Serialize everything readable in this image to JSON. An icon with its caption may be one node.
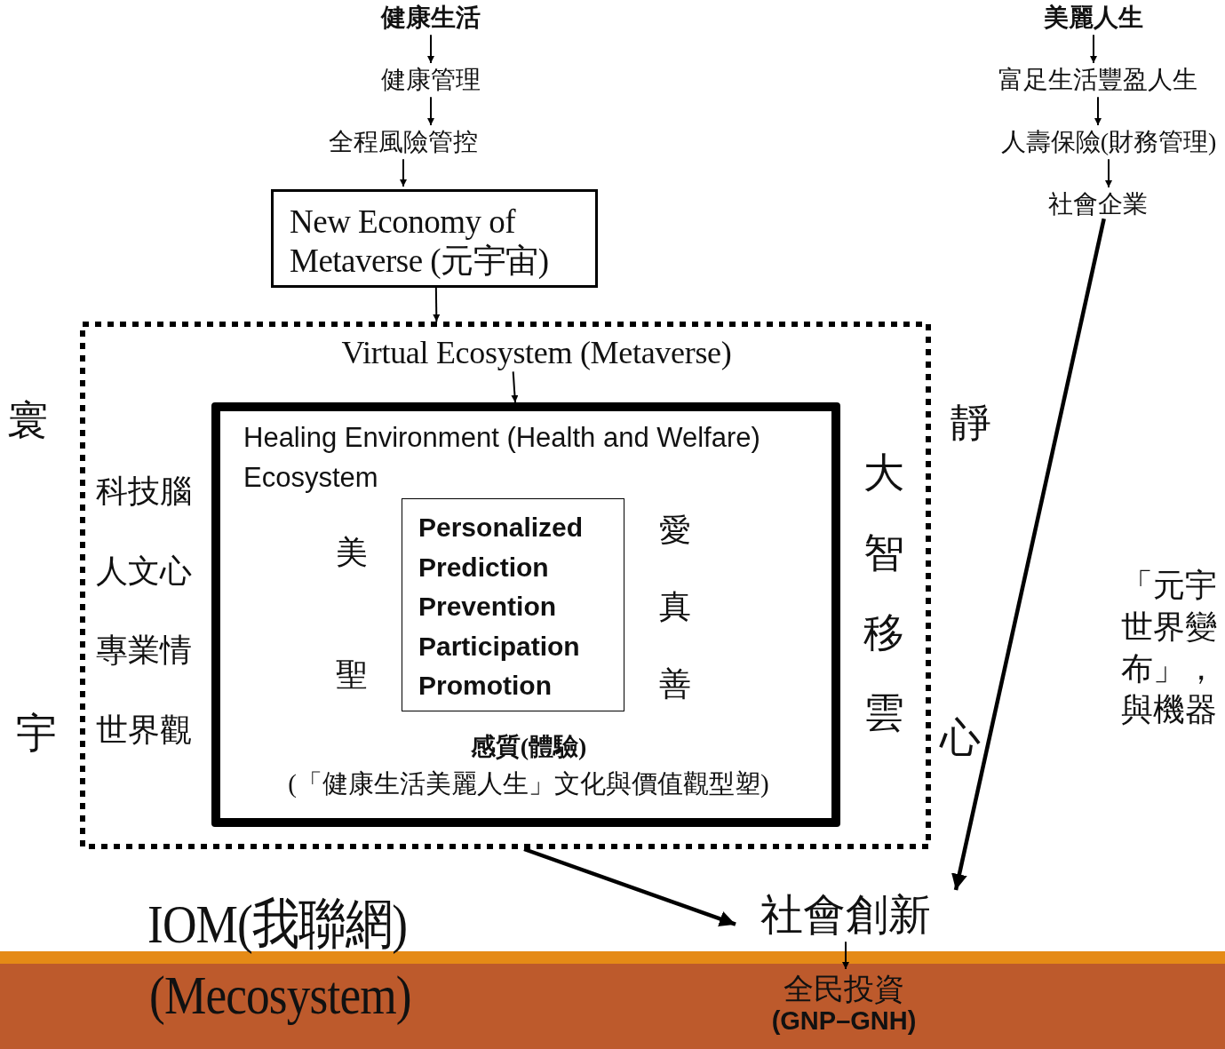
{
  "diagram": {
    "nodes": [
      {
        "text": [
          "健康生活"
        ]
      },
      {
        "text": [
          "健康管理"
        ]
      },
      {
        "text": [
          "全程風險管控"
        ]
      },
      {
        "text": [
          "New Economy of Metaverse (元宇宙)"
        ]
      },
      {
        "text": [
          "美麗人生"
        ]
      },
      {
        "text": [
          "富足生活豐盈人生"
        ]
      },
      {
        "text": [
          "人壽保險(財務管理)"
        ]
      },
      {
        "text": [
          "社會企業"
        ]
      },
      {
        "text": [],
        "shape": "box"
      },
      {
        "text": [
          "Virtual Ecosystem (Metaverse)"
        ],
        "in": 8
      },
      {
        "text": [
          "Healing Environment (Health and Welfare) Ecosystem",
          "感質(體驗)",
          "(「健康生活美麗人生」文化與價值觀型塑)"
        ],
        "in": 8
      },
      {
        "text": [
          "Personalized Prediction Prevention Participation Promotion"
        ],
        "in": 10
      },
      {
        "text": [
          "社會創新"
        ]
      },
      {
        "text": [
          "全民投資",
          "(GNP–GNH)"
        ]
      }
    ],
    "edges": [
      {
        "from": 0,
        "to": 1,
        "arrow": "to"
      },
      {
        "from": 1,
        "to": 2,
        "arrow": "to"
      },
      {
        "from": 2,
        "to": 3,
        "arrow": "to"
      },
      {
        "from": 3,
        "to": 8,
        "arrow": "to"
      },
      {
        "from": 9,
        "to": 10,
        "arrow": "to"
      },
      {
        "from": 4,
        "to": 5,
        "arrow": "to"
      },
      {
        "from": 5,
        "to": 6,
        "arrow": "to"
      },
      {
        "from": 6,
        "to": 7,
        "arrow": "to"
      },
      {
        "from": 7,
        "to": 12,
        "arrow": "to",
        "style": "thick"
      },
      {
        "from": 8,
        "to": 12,
        "arrow": "to",
        "style": "thick"
      },
      {
        "from": 12,
        "to": 13,
        "arrow": "to"
      }
    ],
    "labels": [
      "寰",
      "宇",
      "科技腦",
      "人文心",
      "專業情",
      "世界觀",
      "美",
      "聖",
      "愛",
      "真",
      "善",
      "大智移雲",
      "靜",
      "心",
      "IOM(我聯網)",
      "(Mecosystem)",
      "「元宇世界變布」，與機器"
    ]
  }
}
